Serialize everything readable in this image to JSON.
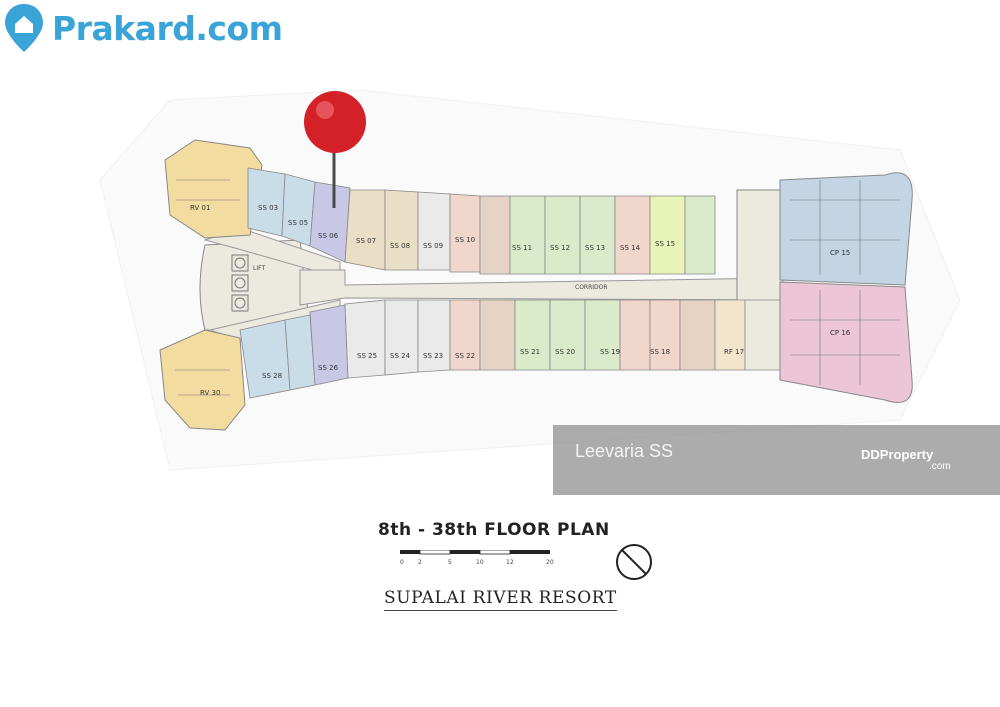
{
  "watermark": {
    "brand": "Prakard.com",
    "icon": "map-pin-icon"
  },
  "banner": {
    "name": "Leevaria SS",
    "brand": "DDProperty",
    "domain": ".com"
  },
  "plan": {
    "title": "8th - 38th FLOOR PLAN",
    "subtitle": "SUPALAI RIVER RESORT",
    "scale_ticks": [
      "0",
      "2",
      "5",
      "10",
      "12",
      "20"
    ],
    "corridor_label": "CORRIDOR",
    "lift_label": "LIFT",
    "units_top": [
      "RV 01",
      "SS 03",
      "SS 05",
      "SS 06",
      "SS 07",
      "SS 08",
      "SS 09",
      "SS 10",
      "SS 11",
      "SS 12",
      "SS 13",
      "SS 14",
      "SS 15"
    ],
    "units_bottom": [
      "RV 30",
      "SS 28",
      "SS 26",
      "SS 25",
      "SS 24",
      "SS 23",
      "SS 22",
      "SS 21",
      "SS 20",
      "SS 19",
      "SS 18",
      "RF 17"
    ],
    "units_end": [
      "CP 15",
      "CP 16"
    ],
    "marker_color": "#d42027"
  }
}
